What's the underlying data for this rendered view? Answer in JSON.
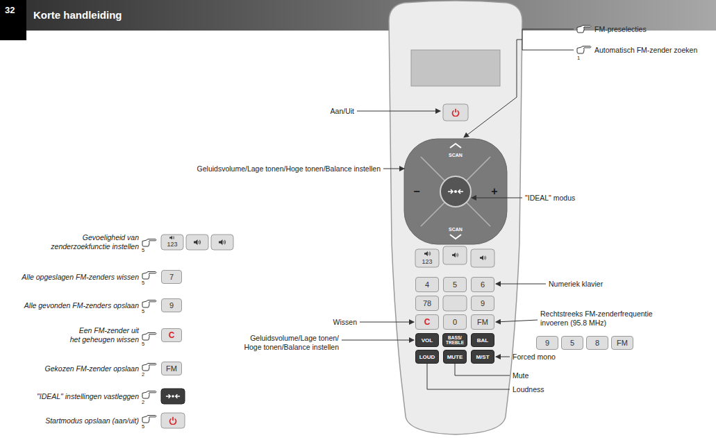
{
  "diagram": {
    "title": "Korte handleiding",
    "nodes": [
      {
        "text": [
          "32"
        ]
      },
      {
        "text": [
          "123"
        ]
      },
      {
        "text": [
          "4"
        ]
      },
      {
        "text": [
          "5"
        ]
      },
      {
        "text": [
          "6"
        ]
      },
      {
        "text": [
          "78"
        ]
      },
      {
        "text": [
          "9"
        ]
      },
      {
        "text": [
          "C"
        ]
      },
      {
        "text": [
          "0"
        ]
      },
      {
        "text": [
          "FM"
        ]
      },
      {
        "text": [
          "VOL"
        ]
      },
      {
        "text": [
          "BASS/ TREBLE"
        ]
      },
      {
        "text": [
          "BAL"
        ]
      },
      {
        "text": [
          "LOUD"
        ]
      },
      {
        "text": [
          "MUTE"
        ]
      },
      {
        "text": [
          "M/ST"
        ]
      },
      {
        "text": [
          "123"
        ]
      },
      {
        "text": [
          "7"
        ]
      },
      {
        "text": [
          "9"
        ]
      },
      {
        "text": [
          "C"
        ]
      },
      {
        "text": [
          "FM"
        ]
      },
      {
        "text": [
          "9"
        ]
      },
      {
        "text": [
          "5"
        ]
      },
      {
        "text": [
          "8"
        ]
      },
      {
        "text": [
          "FM"
        ]
      }
    ],
    "labels": [
      "SCAN",
      "−",
      "+",
      "SCAN",
      "Aan/Uit",
      "FM-preselecties",
      "Automatisch FM-zender zoeken",
      "1",
      "Geluidsvolume/Lage tonen/Hoge tonen/Balance instellen",
      "\"IDEAL\" modus",
      "Numeriek klavier",
      "Wissen",
      "Rechtstreeks FM-zenderfrequentie invoeren (95.8 MHz)",
      "Geluidsvolume/Lage tonen/ Hoge tonen/Balance instellen",
      "Forced mono",
      "Mute",
      "Loudness",
      "Gevoeligheid van zenderzoekfunctie instellen",
      "5",
      "Alle opgeslagen FM-zenders wissen",
      "5",
      "Alle gevonden FM-zenders opslaan",
      "5",
      "Een FM-zender uit het geheugen wissen",
      "5",
      "Gekozen FM-zender opslaan",
      "2",
      "\"IDEAL\" instellingen vastleggen",
      "2",
      "Startmodus opslaan (aan/uit)",
      "5"
    ]
  }
}
